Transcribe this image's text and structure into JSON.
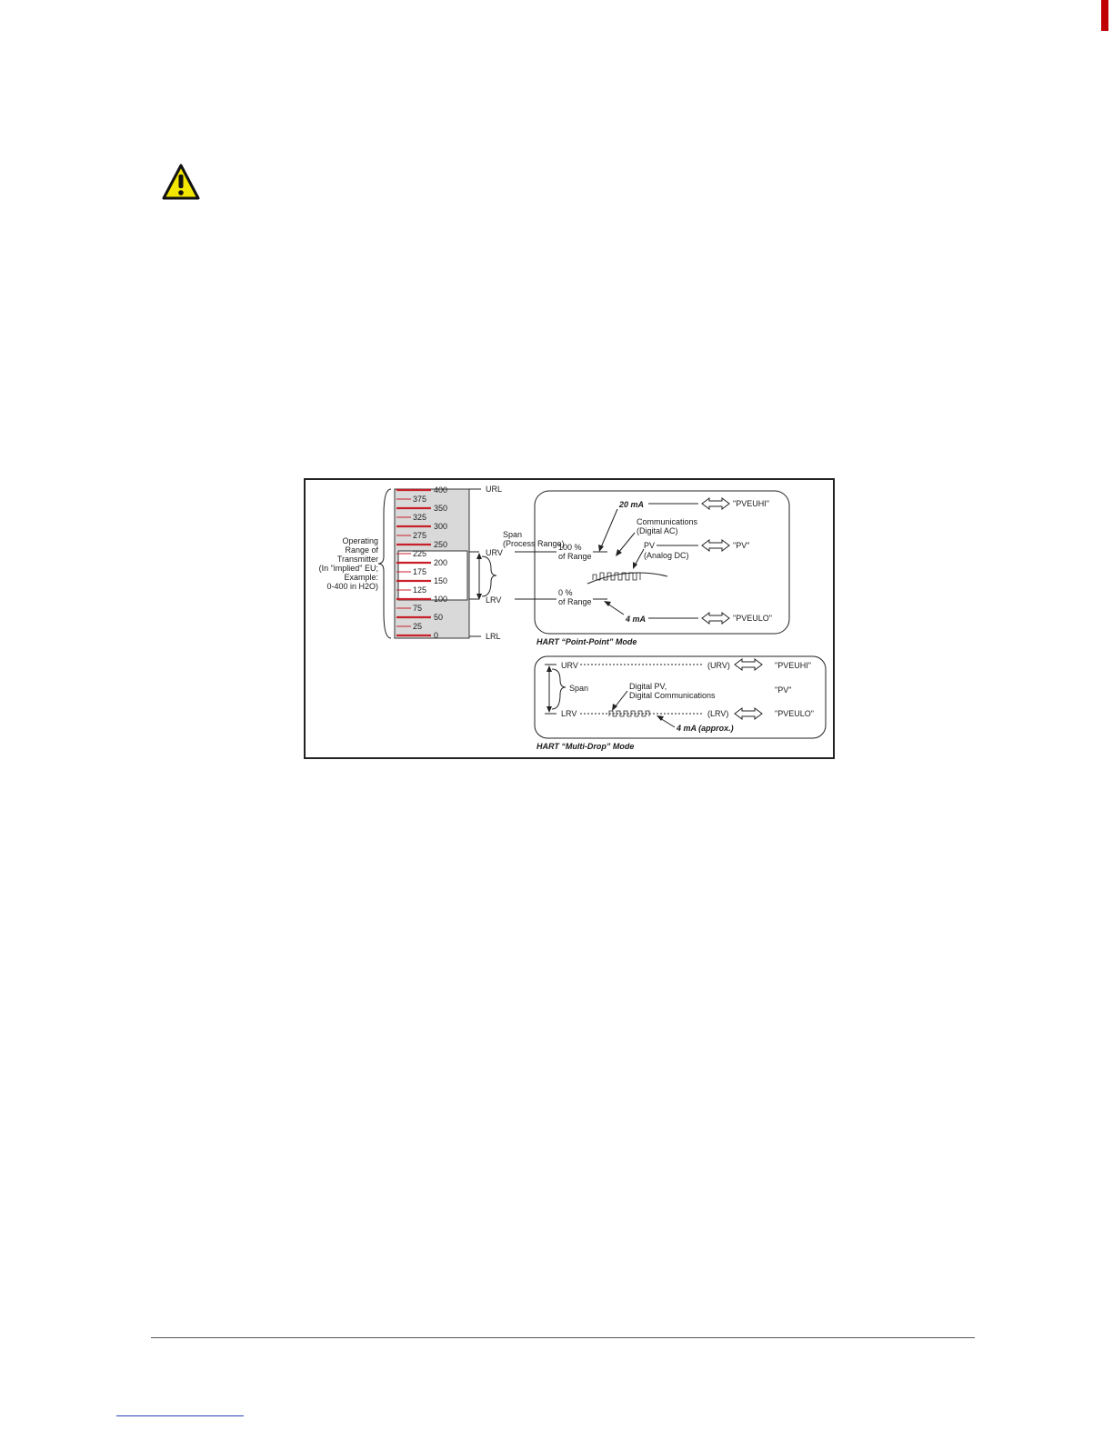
{
  "icons": {
    "warning": "warning-triangle-icon"
  },
  "figure": {
    "scale": {
      "ticks_right": [
        "400",
        "350",
        "300",
        "250",
        "200",
        "150",
        "100",
        "50",
        "0"
      ],
      "ticks_left": [
        "375",
        "325",
        "275",
        "225",
        "175",
        "125",
        "75",
        "25"
      ],
      "limit_labels": {
        "upper": "URL",
        "lower": "LRL"
      },
      "range_labels": {
        "upper": "URV",
        "lower": "LRV"
      }
    },
    "operating_range": [
      "Operating",
      "Range of",
      "Transmitter",
      "(In \"implied\" EU;",
      "Example:",
      "0-400 in H2O)"
    ],
    "span": [
      "Span",
      "(Process Range)"
    ],
    "point_point": {
      "pct100": [
        "100 %",
        "of Range"
      ],
      "pct0": [
        "0 %",
        "of Range"
      ],
      "ma20": "20 mA",
      "ma4": "4 mA",
      "comms": [
        "Communications",
        "(Digital AC)"
      ],
      "pv": "PV",
      "analog": "(Analog DC)",
      "pveuhi": "\"PVEUHI\"",
      "pv_param": "\"PV\"",
      "pveulo": "\"PVEULO\"",
      "caption": "HART “Point-Point” Mode"
    },
    "multi_drop": {
      "urv": "URV",
      "lrv": "LRV",
      "span": "Span",
      "urv_paren": "(URV)",
      "lrv_paren": "(LRV)",
      "digital": [
        "Digital PV,",
        "Digital Communications"
      ],
      "ma4": "4 mA (approx.)",
      "pveuhi": "\"PVEUHI\"",
      "pv_param": "\"PV\"",
      "pveulo": "\"PVEULO\"",
      "caption": "HART “Multi-Drop” Mode"
    }
  },
  "colors": {
    "scale_red": "#c8202a",
    "scale_bg": "#d9d9d9",
    "warning_yellow": "#f2e600",
    "tab_red": "#c00000"
  }
}
